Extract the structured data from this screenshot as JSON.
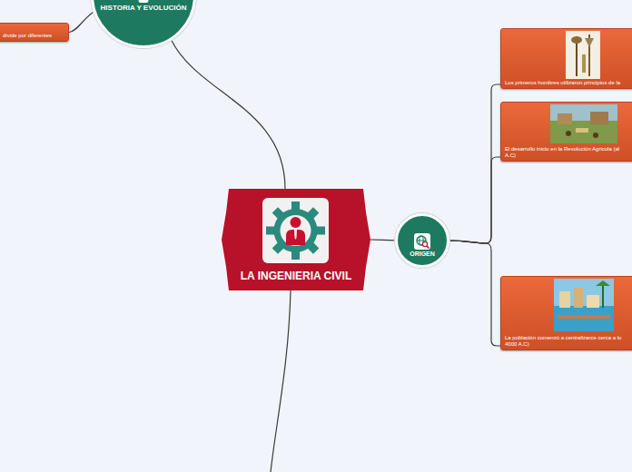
{
  "diagram": {
    "nodes": [
      {
        "text": [
          "LA INGENIERIA CIVIL"
        ]
      },
      {
        "text": [
          "HISTORIA Y EVOLUCIÓN"
        ]
      },
      {
        "text": [
          "ORIGEN"
        ]
      },
      {
        "text": [
          "divide por diferentes"
        ]
      },
      {
        "text": [
          "Los primeros hombres utilizaron principios de la"
        ]
      },
      {
        "text": [
          "El desarrollo inicio en la Revolución Agricola (al A.C)"
        ]
      },
      {
        "text": [
          "La población comenzó a centralizarce cerca a lo 4000 A.C)"
        ]
      }
    ],
    "edges": [
      {
        "from": 0,
        "to": 1,
        "arrow": "none"
      },
      {
        "from": 1,
        "to": 3,
        "arrow": "none"
      },
      {
        "from": 0,
        "to": 2,
        "arrow": "none"
      },
      {
        "from": 2,
        "to": 4,
        "arrow": "none"
      },
      {
        "from": 2,
        "to": 5,
        "arrow": "none"
      },
      {
        "from": 2,
        "to": 6,
        "arrow": "none"
      }
    ]
  }
}
